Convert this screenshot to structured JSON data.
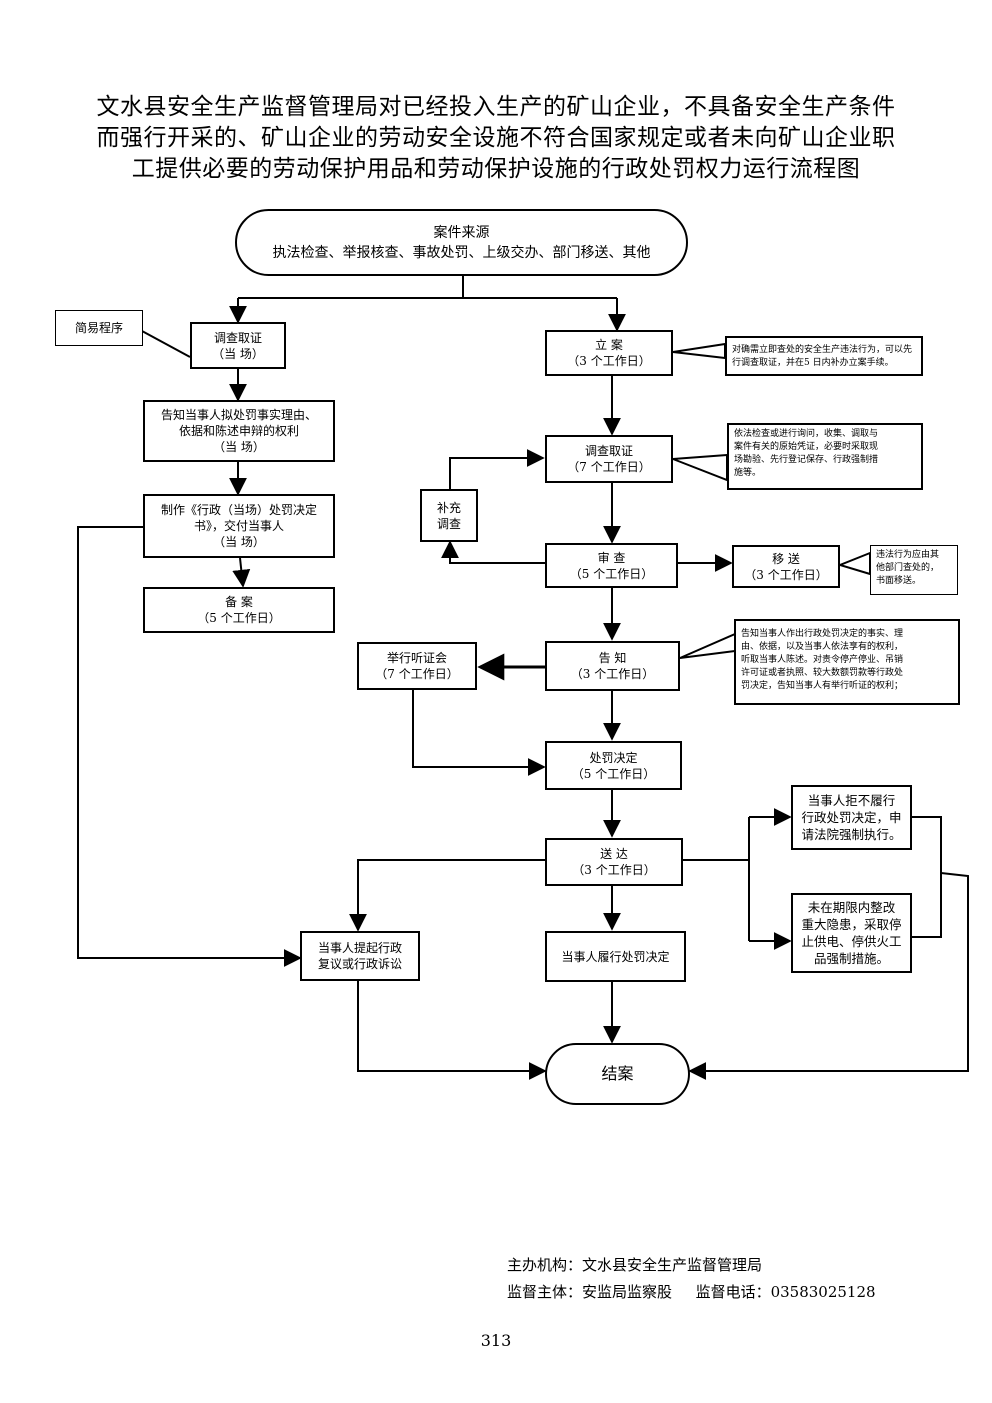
{
  "title": {
    "line1": "文水县安全生产监督管理局对已经投入生产的矿山企业，不具备安全生产条件",
    "line2": "而强行开采的、矿山企业的劳动安全设施不符合国家规定或者未向矿山企业职",
    "line3": "工提供必要的劳动保护用品和劳动保护设施的行政处罚权力运行流程图"
  },
  "nodes": {
    "source": {
      "line1": "案件来源",
      "line2": "执法检查、举报核查、事故处罚、上级交办、部门移送、其他"
    },
    "simple": {
      "line1": "简易程序"
    },
    "onsite_investigate": {
      "line1": "调查取证",
      "line2": "（当  场）"
    },
    "notify_party": {
      "line1": "告知当事人拟处罚事实理由、",
      "line2": "依据和陈述申辩的权利",
      "line3": "（当      场）"
    },
    "make_decision": {
      "line1": "制作《行政（当场）处罚决定",
      "line2": "书》，交付当事人",
      "line3": "（当      场）"
    },
    "file_record": {
      "line1": "备      案",
      "line2": "（5 个工作日）"
    },
    "register": {
      "line1": "立      案",
      "line2": "（3 个工作日）"
    },
    "investigate": {
      "line1": "调查取证",
      "line2": "（7 个工作日）"
    },
    "supplement": {
      "line1": "补充",
      "line2": "调查"
    },
    "review": {
      "line1": "审      查",
      "line2": "（5 个工作日）"
    },
    "transfer": {
      "line1": "移    送",
      "line2": "（3 个工作日）"
    },
    "hearing": {
      "line1": "举行听证会",
      "line2": "（7 个工作日）"
    },
    "inform": {
      "line1": "告      知",
      "line2": "（3 个工作日）"
    },
    "decision": {
      "line1": "处罚决定",
      "line2": "（5 个工作日）"
    },
    "deliver": {
      "line1": "送      达",
      "line2": "（3 个工作日）"
    },
    "refuse": {
      "line1": "当事人拒不履行",
      "line2": "行政处罚决定，申",
      "line3": "请法院强制执行。"
    },
    "rectify": {
      "line1": "未在期限内整改",
      "line2": "重大隐患，采取停",
      "line3": "止供电、停供火工",
      "line4": "品强制措施。"
    },
    "appeal": {
      "line1": "当事人提起行政",
      "line2": "复议或行政诉讼"
    },
    "comply": {
      "line1": "当事人履行处罚决定"
    },
    "close": {
      "line1": "结案"
    }
  },
  "notes": {
    "register_note": {
      "line1": "对确需立即查处的安全生产违法行为，可以先",
      "line2": "行调查取证，并在5 日内补办立案手续。"
    },
    "investigate_note": {
      "line1": "依法检查或进行询问，收集、调取与",
      "line2": "案件有关的原始凭证，必要时采取现",
      "line3": "场勘验、先行登记保存、行政强制措",
      "line4": "施等。"
    },
    "transfer_note": {
      "line1": "违法行为应由其",
      "line2": "他部门查处的，",
      "line3": "书面移送。"
    },
    "inform_note": {
      "line1": "告知当事人作出行政处罚决定的事实、理",
      "line2": "由、依据，以及当事人依法享有的权利，",
      "line3": "听取当事人陈述。对责令停产停业、吊销",
      "line4": "许可证或者执照、较大数额罚款等行政处",
      "line5": "罚决定，告知当事人有举行听证的权利；"
    }
  },
  "footer": {
    "org": "主办机构：文水县安全生产监督管理局",
    "supervise": "监督主体：安监局监察股",
    "phone": "监督电话：03583025128"
  },
  "page_number": "313"
}
